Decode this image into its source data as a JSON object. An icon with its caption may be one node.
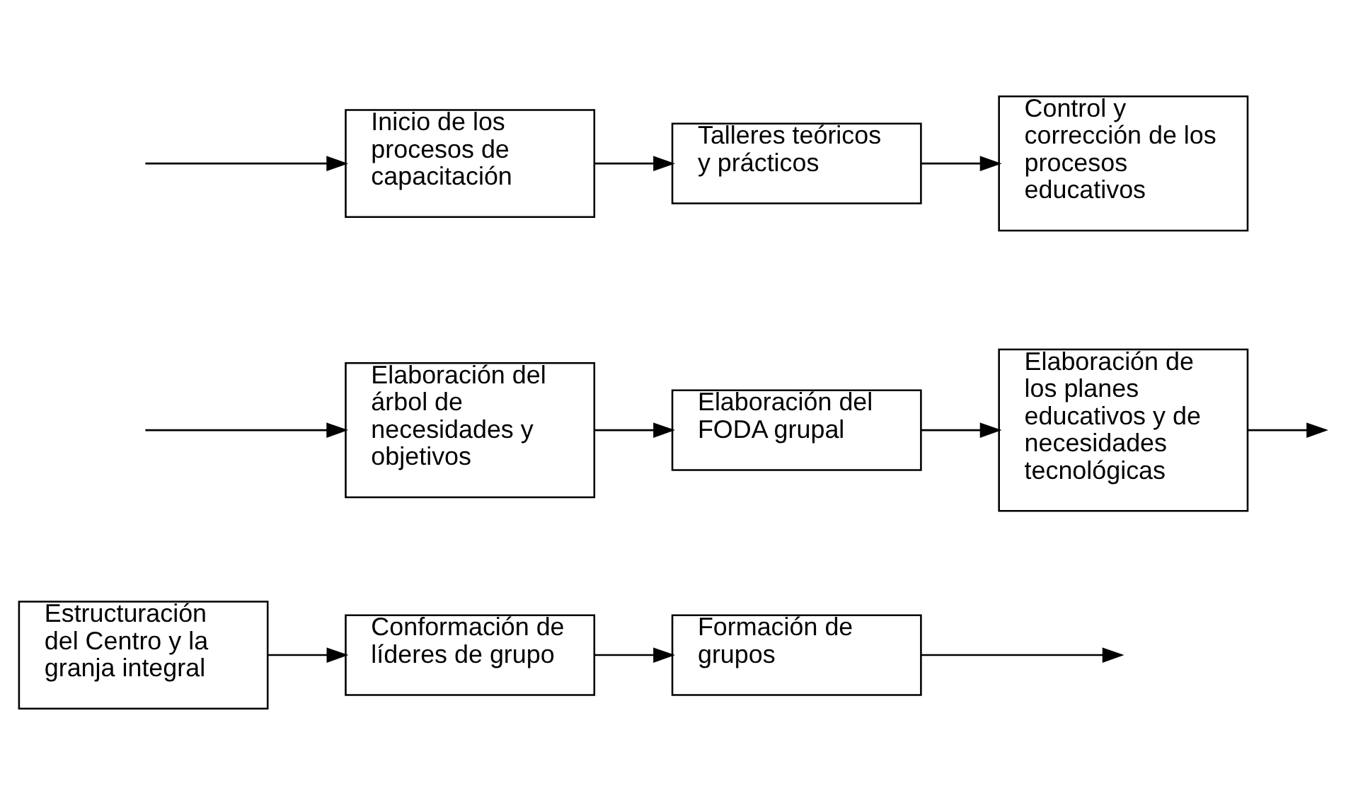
{
  "diagram": {
    "nodes": [
      {
        "text": [
          "Estructuración del Centro y la granja integral"
        ]
      },
      {
        "text": [
          "Conformación de líderes de grupo"
        ]
      },
      {
        "text": [
          "Formación de grupos"
        ]
      },
      {
        "text": [
          "Elaboración del árbol de necesidades y objetivos"
        ]
      },
      {
        "text": [
          "Elaboración del FODA grupal"
        ]
      },
      {
        "text": [
          "Elaboración de los planes educativos y de necesidades tecnológicas"
        ]
      },
      {
        "text": [
          "Inicio de los procesos de capacitación"
        ]
      },
      {
        "text": [
          "Talleres teóricos y prácticos"
        ]
      },
      {
        "text": [
          "Control y corrección de los procesos educativos"
        ]
      }
    ],
    "edges": [
      {
        "from": 0,
        "to": 1,
        "arrow": "to"
      },
      {
        "from": 1,
        "to": 2,
        "arrow": "to"
      },
      {
        "from": 2,
        "to": null,
        "arrow": "to"
      },
      {
        "from": null,
        "to": 3,
        "arrow": "to"
      },
      {
        "from": 3,
        "to": 4,
        "arrow": "to"
      },
      {
        "from": 4,
        "to": 5,
        "arrow": "to"
      },
      {
        "from": 5,
        "to": null,
        "arrow": "to"
      },
      {
        "from": null,
        "to": 6,
        "arrow": "to"
      },
      {
        "from": 6,
        "to": 7,
        "arrow": "to"
      },
      {
        "from": 7,
        "to": 8,
        "arrow": "to"
      }
    ]
  }
}
